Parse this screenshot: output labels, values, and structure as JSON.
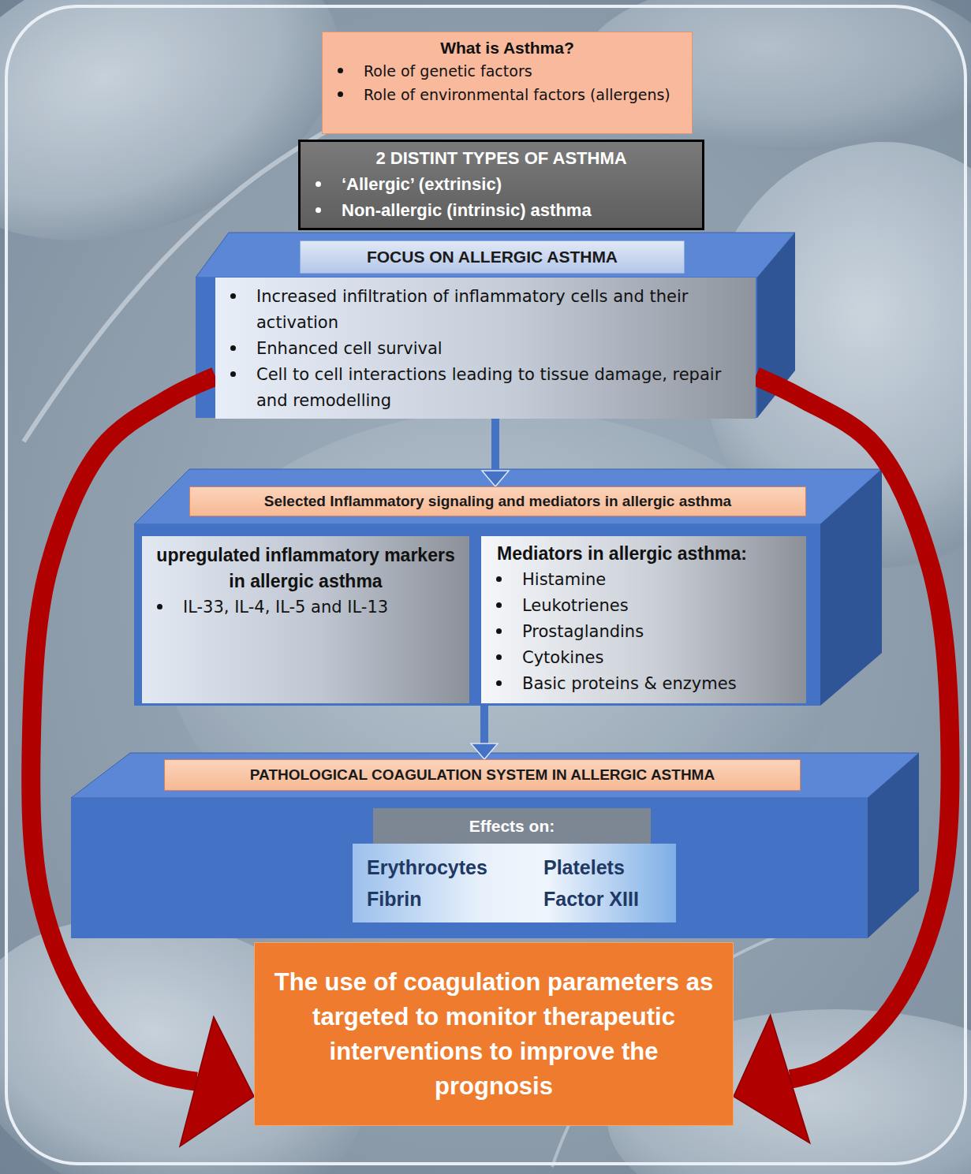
{
  "diagram": {
    "nodes": [
      {
        "text": [
          "What is Asthma?",
          "Role of genetic factors",
          "Role of environmental factors (allergens)"
        ]
      },
      {
        "text": [
          "2 DISTINT TYPES OF ASTHMA",
          "‘Allergic’ (extrinsic)",
          "Non-allergic (intrinsic) asthma"
        ]
      },
      {
        "text": [
          "FOCUS ON ALLERGIC ASTHMA"
        ]
      },
      {
        "text": [
          "Increased infiltration of inflammatory cells and their activation",
          "Enhanced cell survival",
          "Cell to cell interactions leading to tissue damage, repair and remodelling"
        ]
      },
      {
        "text": [
          "Selected Inflammatory signaling and mediators in allergic asthma"
        ]
      },
      {
        "text": [
          "upregulated inflammatory markers in allergic asthma",
          "IL-33, IL-4, IL-5 and IL-13"
        ]
      },
      {
        "text": [
          "Mediators in allergic asthma:",
          "Histamine",
          "Leukotrienes",
          "Prostaglandins",
          "Cytokines",
          "Basic proteins & enzymes"
        ]
      },
      {
        "text": [
          "PATHOLOGICAL COAGULATION SYSTEM IN ALLERGIC ASTHMA"
        ]
      },
      {
        "text": [
          "Effects on:"
        ]
      },
      {
        "text": [
          "Erythrocytes",
          "Platelets",
          "Fibrin",
          "Factor XIII"
        ]
      },
      {
        "text": [
          "The use of coagulation parameters as targeted to monitor therapeutic interventions to improve the prognosis"
        ]
      }
    ],
    "edges": [
      {
        "from": 3,
        "to": 4,
        "arrow": "to"
      },
      {
        "from": 6,
        "to": 7,
        "arrow": "to"
      },
      {
        "from": 3,
        "to": 10,
        "arrow": "to"
      },
      {
        "from": 3,
        "to": 10,
        "arrow": "to"
      }
    ]
  }
}
